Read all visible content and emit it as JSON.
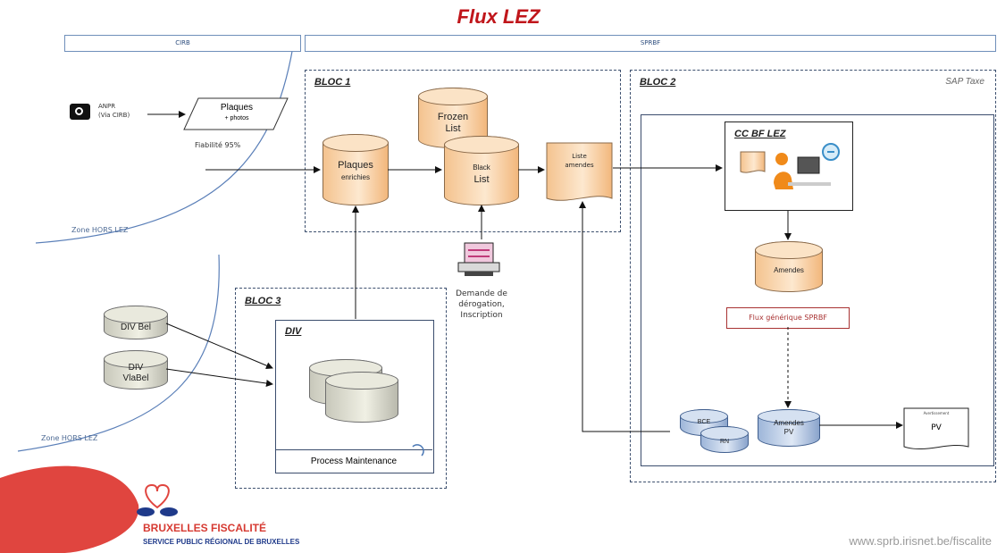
{
  "title": "Flux LEZ",
  "headers": {
    "cirb": "CIRB",
    "sprbf": "SPRBF"
  },
  "bloc1": {
    "label": "BLOC 1"
  },
  "bloc2": {
    "label": "BLOC 2",
    "tag": "SAP Taxe"
  },
  "bloc3": {
    "label": "BLOC 3"
  },
  "anpr": {
    "line1": "ANPR",
    "line2": "(Via CIRB)"
  },
  "plaques_doc": {
    "line1": "Plaques",
    "line2": "+ photos",
    "reliability": "Fiabilité 95%"
  },
  "zones": {
    "top": "Zone HORS LEZ",
    "bottom": "Zone HORS LEZ"
  },
  "cylinders": {
    "plaques_enrichies": {
      "line1": "Plaques",
      "line2": "enrichies"
    },
    "frozen": {
      "line1": "Frozen",
      "line2": "List"
    },
    "black": {
      "line1": "Black",
      "line2": "List"
    },
    "amendes": "Amendes",
    "div_bel": "DIV Bel",
    "div_vlabel": {
      "line1": "DIV",
      "line2": "VlaBel"
    },
    "bce": "BCE",
    "rn": "RN",
    "amendes_pv": {
      "line1": "Amendes",
      "line2": "PV"
    }
  },
  "liste_amendes": {
    "line1": "Liste",
    "line2": "amendes"
  },
  "derogation": {
    "line1": "Demande de",
    "line2": "dérogation,",
    "line3": "Inscription"
  },
  "cc_bf_lez": "CC BF LEZ",
  "flux_generique": "Flux générique SPRBF",
  "div": {
    "label": "DIV",
    "process": "Process Maintenance"
  },
  "pv_doc": {
    "header": "Avertissement",
    "label": "PV"
  },
  "logo": {
    "name": "BRUXELLES FISCALITÉ",
    "subtitle": "SERVICE PUBLIC RÉGIONAL DE BRUXELLES"
  },
  "footer_url": "www.sprb.irisnet.be/fiscalite",
  "colors": {
    "title": "#c0161b",
    "logo_red": "#e0453f",
    "logo_blue": "#1f3a8a",
    "cylinder_orange": "#f4c38f"
  }
}
